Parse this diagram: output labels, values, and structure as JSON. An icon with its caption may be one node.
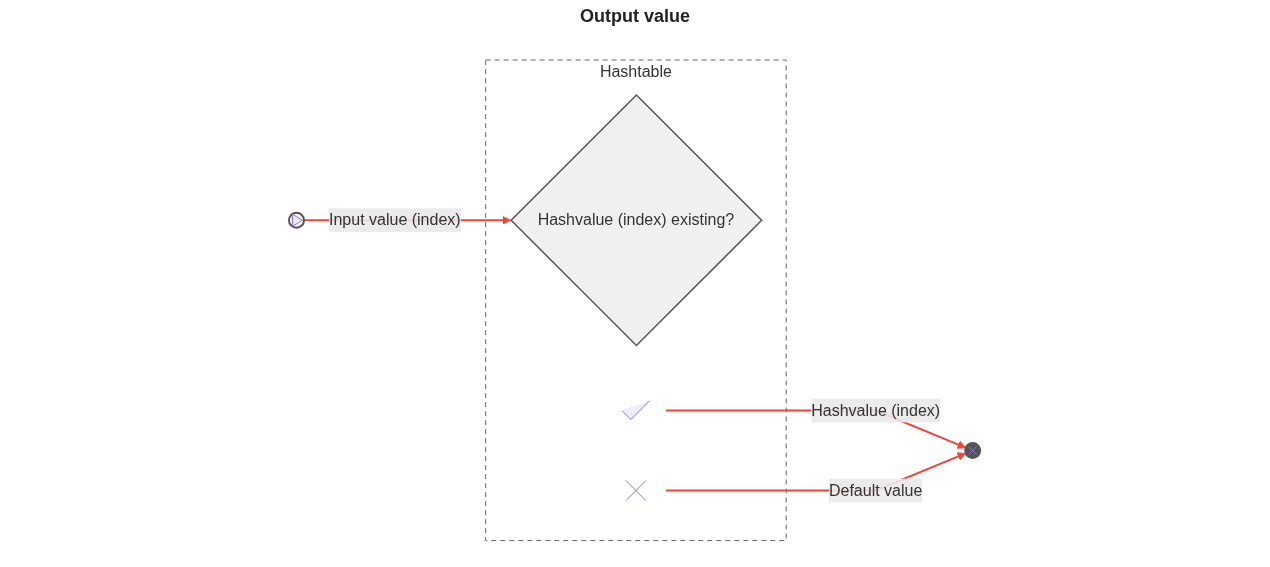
{
  "diagram": {
    "nodes": [
      {
        "text": [
          "Hashtable"
        ]
      },
      {
        "text": [],
        "shape": "circle"
      },
      {
        "text": [
          "Hashvalue (index) existing?"
        ],
        "in": 0
      },
      {
        "text": [],
        "shape": "picture",
        "in": 0
      },
      {
        "text": [],
        "shape": "picture",
        "in": 0
      },
      {
        "text": [],
        "shape": "circle"
      }
    ],
    "edges": [
      {
        "from": 1,
        "to": 2,
        "arrow": "to",
        "label": "Input value (index)"
      },
      {
        "from": 3,
        "to": 5,
        "arrow": "to",
        "label": "Hashvalue (index)"
      },
      {
        "from": 4,
        "to": 5,
        "arrow": "to",
        "label": "Default value"
      }
    ],
    "labels": [
      "Output value"
    ]
  }
}
